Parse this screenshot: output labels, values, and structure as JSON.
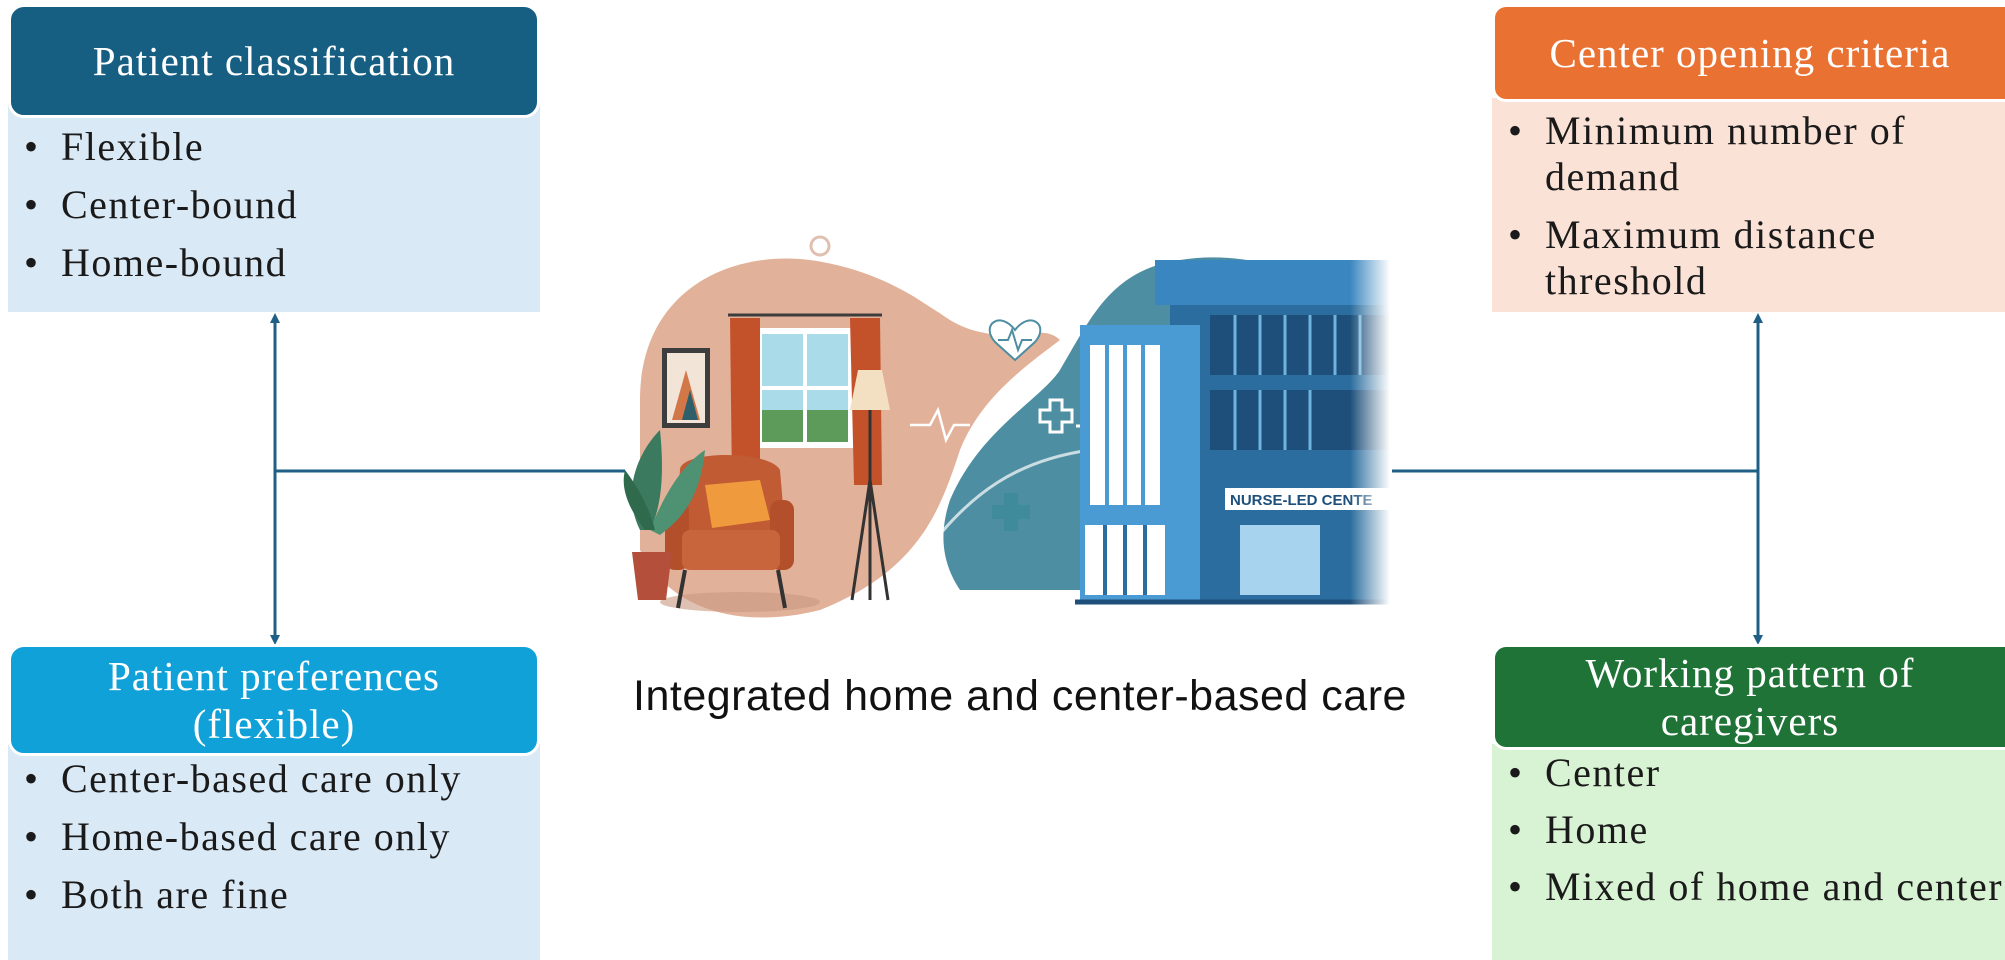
{
  "caption": "Integrated home and center-based care",
  "boxes": {
    "patient_classification": {
      "title": "Patient classification",
      "items": [
        "Flexible",
        "Center-bound",
        "Home-bound"
      ]
    },
    "center_opening": {
      "title": "Center opening criteria",
      "items": [
        "Minimum number of demand",
        "Maximum distance threshold"
      ]
    },
    "patient_preferences": {
      "title": "Patient preferences (flexible)",
      "items": [
        "Center-based care only",
        "Home-based care only",
        "Both are fine"
      ]
    },
    "working_pattern": {
      "title": "Working pattern of caregivers",
      "items": [
        "Center",
        "Home",
        "Mixed of home and center"
      ]
    }
  },
  "illustration": {
    "building_sign": "NURSE-LED CENTE"
  },
  "colors": {
    "classification_header": "#175f82",
    "preferences_header": "#10a1d8",
    "opening_header": "#e97233",
    "working_header": "#1f7337",
    "connector": "#1f5f86"
  }
}
